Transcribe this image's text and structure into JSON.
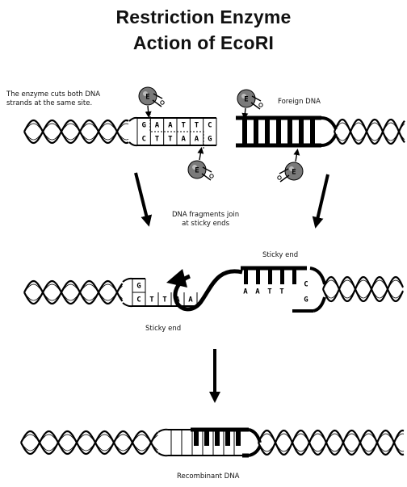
{
  "title": {
    "line1": "Restriction Enzyme",
    "line2": "Action of EcoRI"
  },
  "labels": {
    "enzyme_cut_line1": "The enzyme cuts both DNA",
    "enzyme_cut_line2": "strands at the same site.",
    "foreign_dna": "Foreign DNA",
    "join_line1": "DNA fragments join",
    "join_line2": "at sticky ends",
    "sticky_end_top": "Sticky end",
    "sticky_end_bottom": "Sticky end",
    "recombinant": "Recombinant DNA"
  },
  "sequence": {
    "top_strand": [
      "G",
      "A",
      "A",
      "T",
      "T",
      "C"
    ],
    "bottom_strand": [
      "C",
      "T",
      "T",
      "A",
      "A",
      "G"
    ],
    "left_fragment_top": [
      "G"
    ],
    "left_fragment_bottom": [
      "C",
      "T",
      "T",
      "A",
      "A"
    ],
    "right_fragment_top": [
      "A",
      "A",
      "T",
      "T",
      "C"
    ],
    "right_fragment_bottom": [
      "G"
    ]
  },
  "enzyme_glyph": "E"
}
